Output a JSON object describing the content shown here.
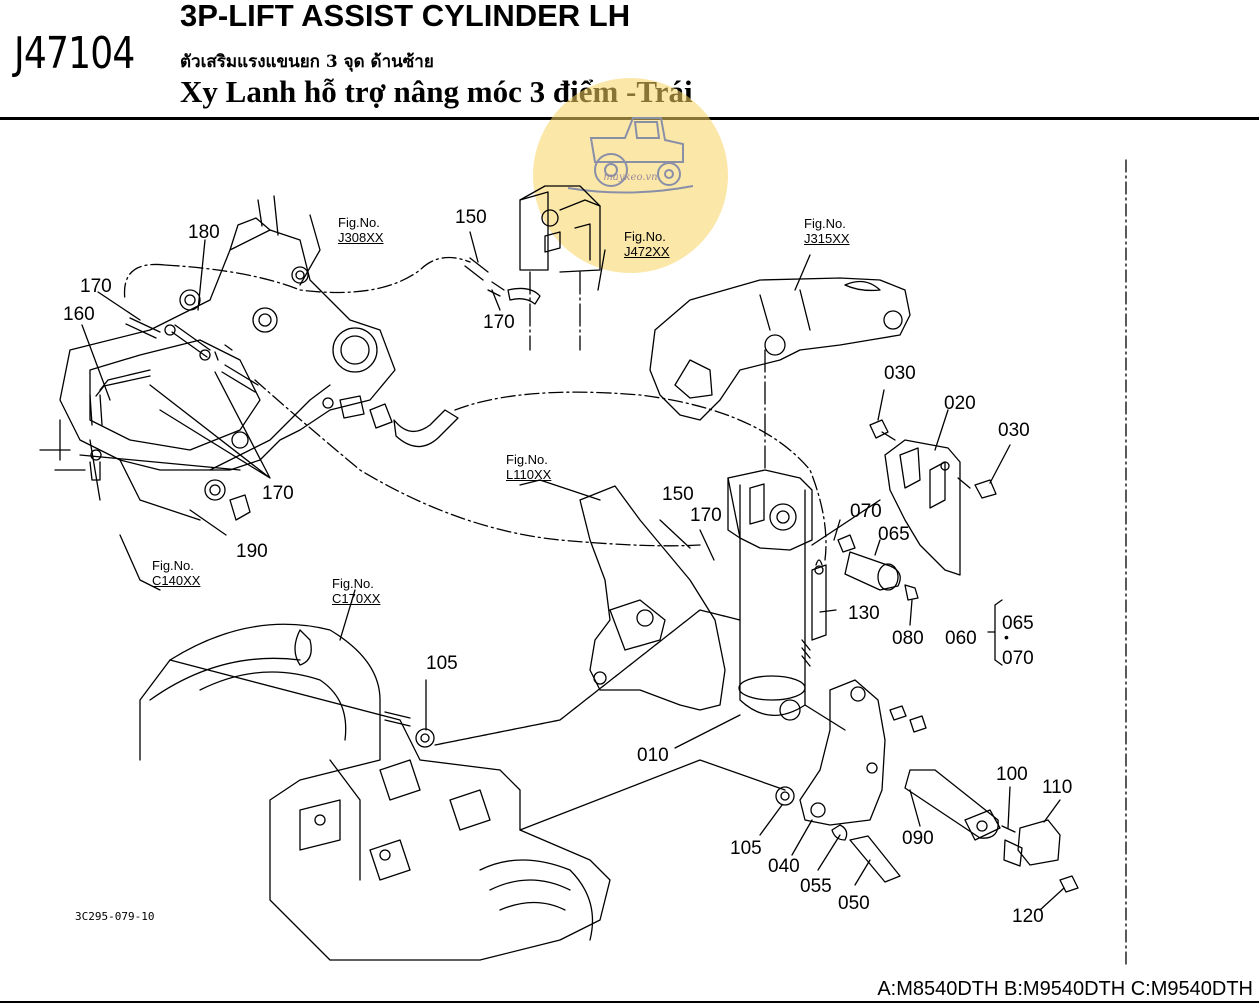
{
  "header": {
    "code": "J47104",
    "title_en": "3P-LIFT ASSIST CYLINDER LH",
    "title_th": "ตัวเสริมแรงแขนยก 3 จุด ด้านซ้าย",
    "title_vi": "Xy Lanh hỗ trợ nâng móc 3 điểm -Trái"
  },
  "watermark": {
    "text": "maykeo.vn",
    "color": "#f7d460"
  },
  "footer": {
    "drawing_id": "3C295-079-10",
    "models": "A:M8540DTH B:M9540DTH C:M9540DTH"
  },
  "fig_refs": [
    {
      "label": "Fig.No.",
      "ref": "J308XX"
    },
    {
      "label": "Fig.No.",
      "ref": "J472XX"
    },
    {
      "label": "Fig.No.",
      "ref": "J315XX"
    },
    {
      "label": "Fig.No.",
      "ref": "L110XX"
    },
    {
      "label": "Fig.No.",
      "ref": "C140XX"
    },
    {
      "label": "Fig.No.",
      "ref": "C170XX"
    }
  ],
  "part_labels": [
    "180",
    "170",
    "160",
    "170",
    "170",
    "190",
    "150",
    "170",
    "030",
    "020",
    "030",
    "150",
    "170",
    "070",
    "065",
    "130",
    "080",
    "060",
    "065",
    "070",
    "105",
    "010",
    "100",
    "110",
    "105",
    "040",
    "055",
    "050",
    "090",
    "120"
  ]
}
